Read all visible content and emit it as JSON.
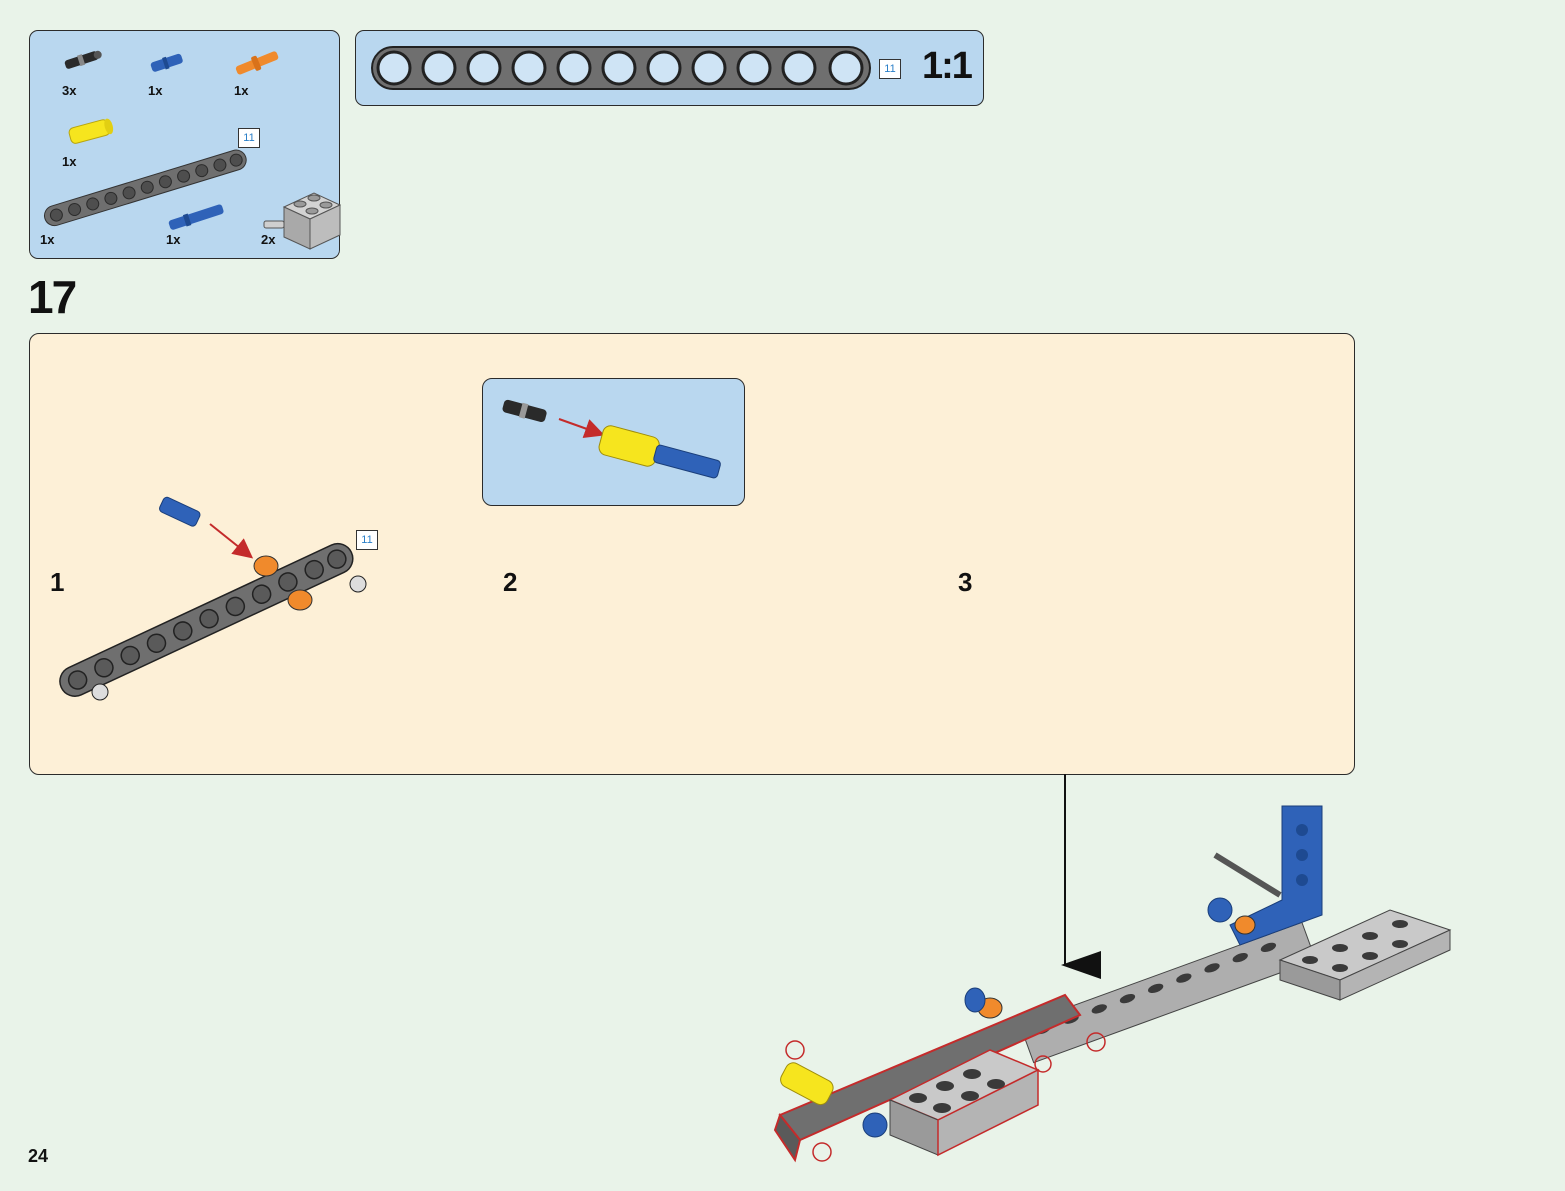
{
  "parts_list": {
    "items": [
      {
        "part": "black-friction-pin",
        "qty": "3x",
        "color": "#2a2a2a"
      },
      {
        "part": "blue-axle-pin",
        "qty": "1x",
        "color": "#2f62b8"
      },
      {
        "part": "orange-axle-pin",
        "qty": "1x",
        "color": "#f08a2c"
      },
      {
        "part": "yellow-connector",
        "qty": "1x",
        "color": "#f6e51e"
      },
      {
        "part": "grey-beam-11",
        "qty": "1x",
        "color": "#6f6f6f"
      },
      {
        "part": "blue-long-pin",
        "qty": "1x",
        "color": "#2f62b8"
      },
      {
        "part": "grey-brick-2x2-with-pin",
        "qty": "2x",
        "color": "#b9b9b9"
      }
    ],
    "beam_length_badge": "11"
  },
  "scale_panel": {
    "beam_length_badge": "11",
    "scale_label": "1:1"
  },
  "step": {
    "number": "17",
    "sub_steps": [
      {
        "label": "1",
        "length_badge": "11"
      },
      {
        "label": "2"
      },
      {
        "label": "3"
      }
    ]
  },
  "page_number": "24",
  "colors": {
    "page_bg": "#e9f3e9",
    "panel_blue": "#b9d7ef",
    "panel_cream": "#fdf0d7",
    "beam_grey": "#6f6f6f",
    "highlight_red": "#c42b2b"
  }
}
